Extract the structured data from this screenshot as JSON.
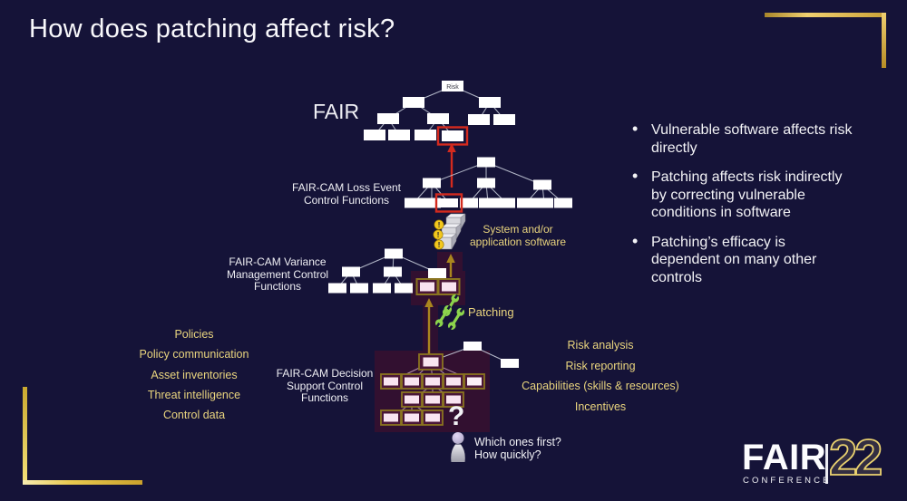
{
  "slide": {
    "title": "How does patching affect risk?"
  },
  "bullets": [
    "Vulnerable software affects risk directly",
    "Patching affects risk indirectly by correcting vulnerable conditions in software",
    "Patching’s efficacy is dependent on many other controls"
  ],
  "diagram": {
    "fair_label": "FAIR",
    "risk_node": "Risk",
    "loss_event_label_lines": [
      "FAIR-CAM Loss Event",
      "Control Functions"
    ],
    "variance_label_lines": [
      "FAIR-CAM Variance",
      "Management Control",
      "Functions"
    ],
    "decision_label_lines": [
      "FAIR-CAM Decision",
      "Support Control",
      "Functions"
    ],
    "system_software_lines": [
      "System and/or",
      "application software"
    ],
    "patching_label": "Patching",
    "question_mark": "?",
    "person_question_lines": [
      "Which ones first?",
      "How quickly?"
    ],
    "decision_inputs_left": [
      "Policies",
      "Policy communication",
      "Asset inventories",
      "Threat intelligence",
      "Control data"
    ],
    "decision_inputs_right": [
      "Risk analysis",
      "Risk reporting",
      "Capabilities (skills & resources)",
      "Incentives"
    ]
  },
  "logo": {
    "brand": "FAIR",
    "subtitle": "CONFERENCE",
    "year": "22"
  },
  "colors": {
    "background": "#151338",
    "label_yellow": "#EAD57E",
    "accent_gold": "#E6C35C",
    "arrow_gold": "#AA861E",
    "highlight_red": "#D32A1E",
    "highlight_olive": "#8A7420",
    "node_pink": "#F9E4F1",
    "wrench_green": "#8CD44C"
  }
}
